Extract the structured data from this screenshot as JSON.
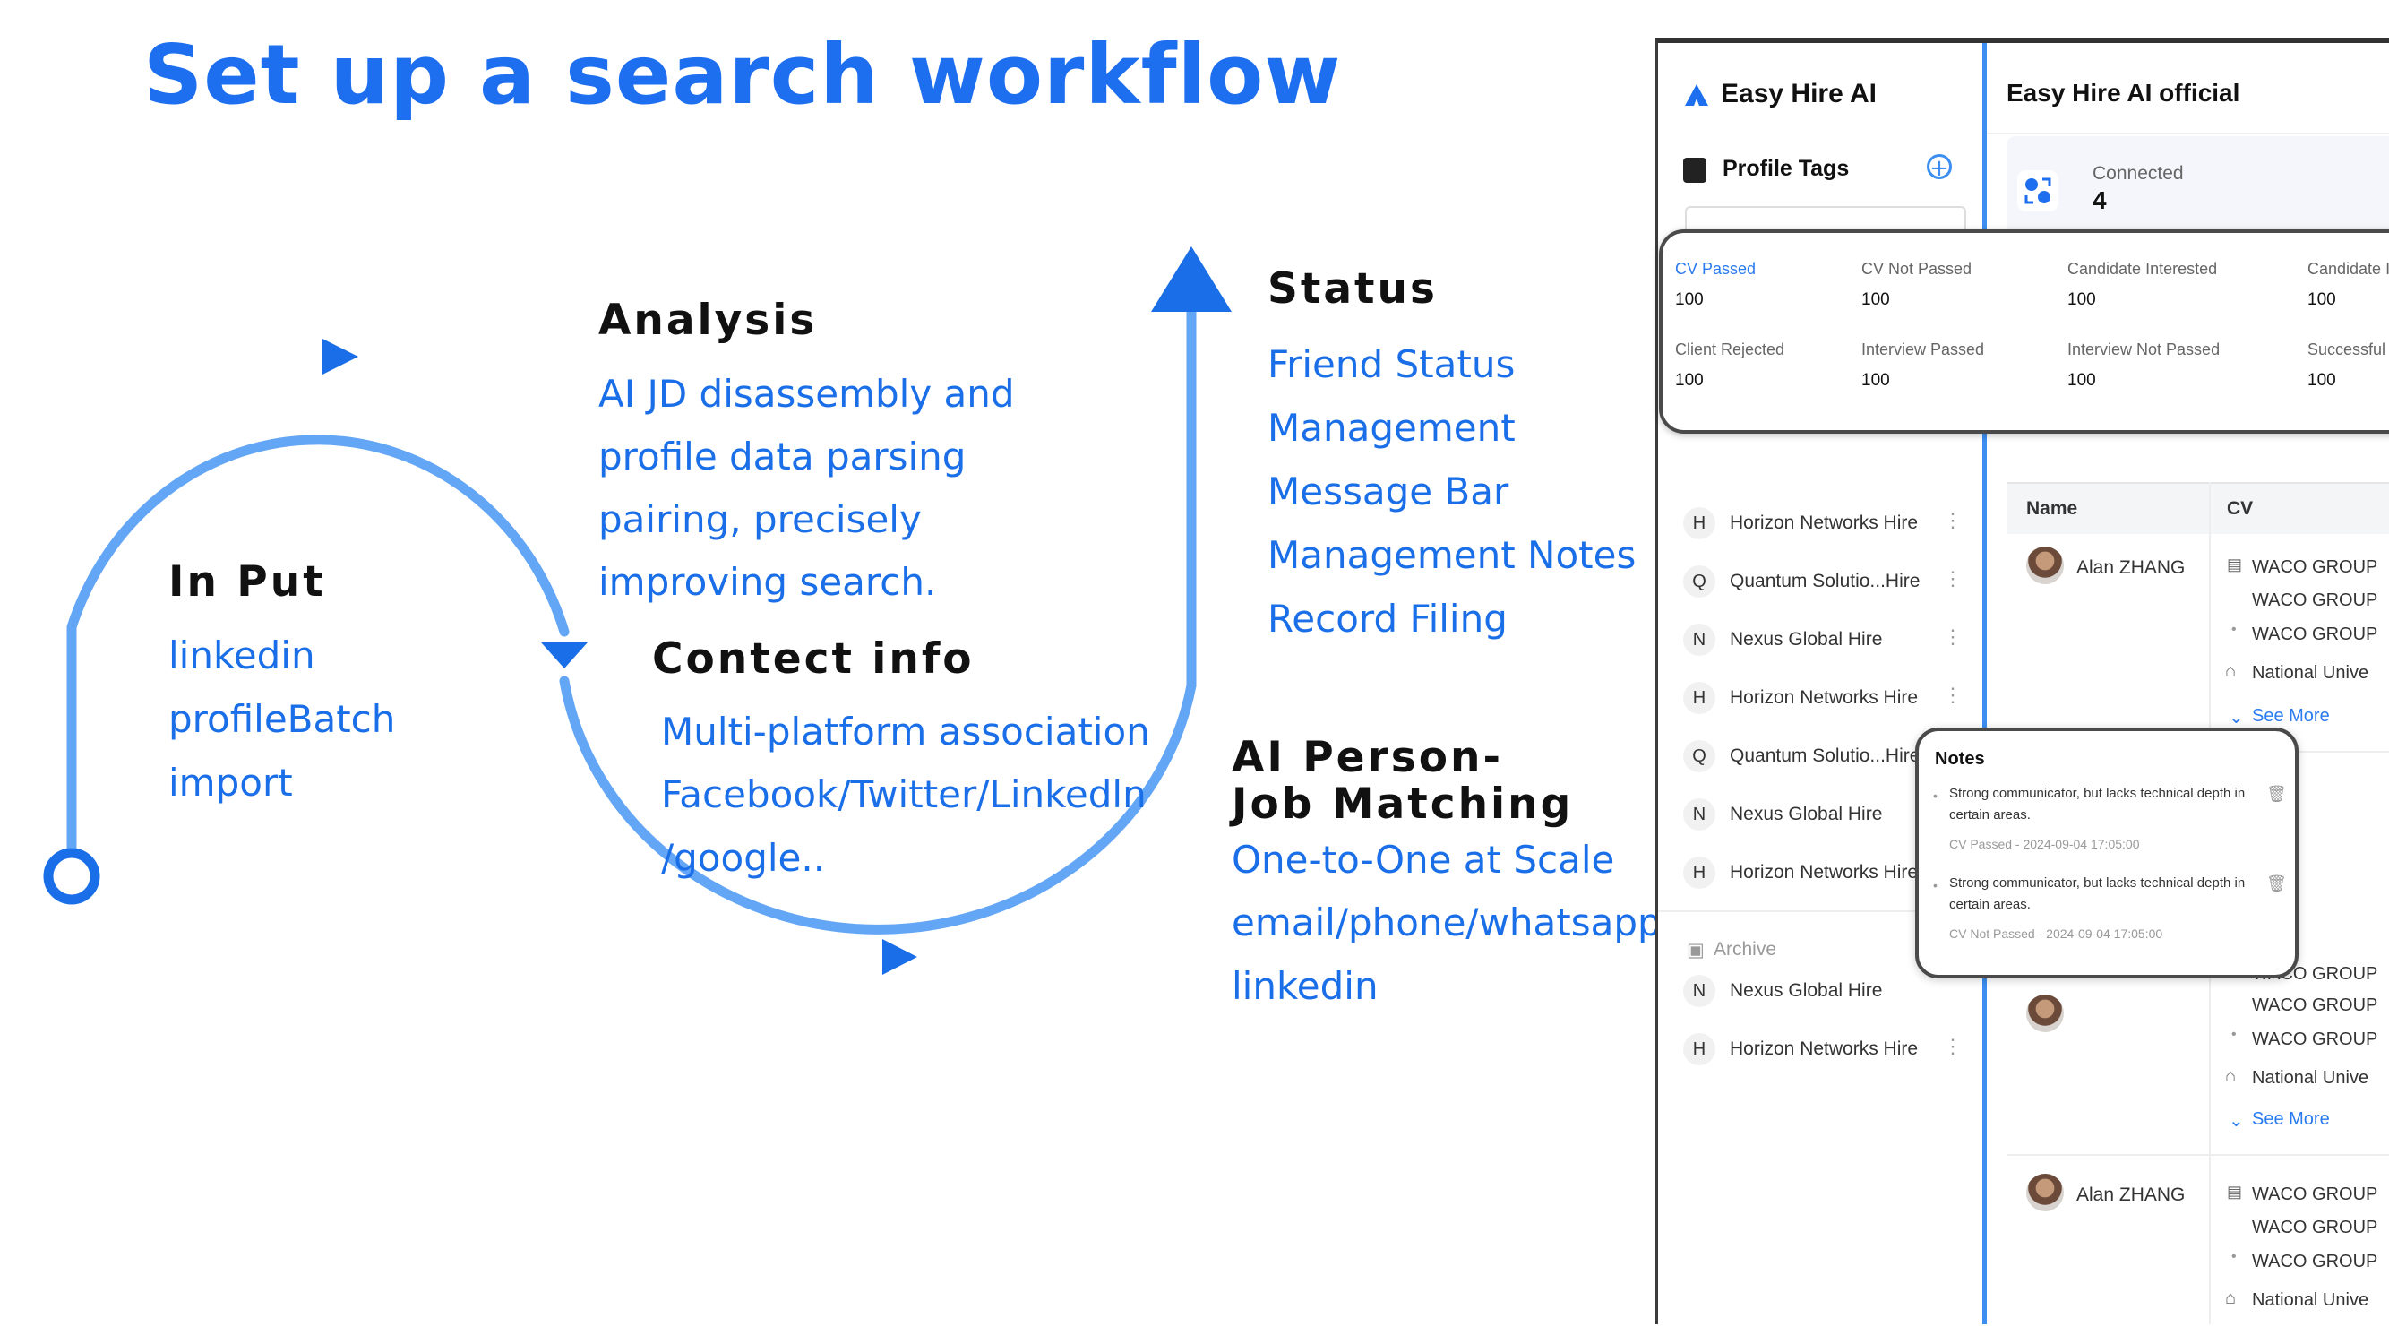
{
  "title": "Set up a search workflow",
  "input": {
    "heading": "In Put",
    "lines": [
      "linkedin",
      "profileBatch",
      "import"
    ]
  },
  "analysis": {
    "heading": "Analysis",
    "lines": [
      "AI JD disassembly and",
      "profile data parsing",
      "pairing, precisely",
      "improving search."
    ]
  },
  "contact": {
    "heading": "Contect info",
    "lines": [
      "Multi-platform association",
      "Facebook/Twitter/Linkedln",
      "/google.."
    ]
  },
  "status": {
    "heading": "Status",
    "lines": [
      "Friend Status",
      "Management",
      "Message Bar",
      "Management Notes",
      "Record Filing"
    ]
  },
  "matching": {
    "heading1": "AI Person-",
    "heading2": "Job Matching",
    "lines": [
      "One-to-One at Scale",
      "email/phone/whatsapp/",
      "linkedin"
    ]
  },
  "colors": {
    "accent": "#1e6ff0",
    "flow": "#64a6f6"
  },
  "app": {
    "brand": "Easy Hire AI",
    "profile_tags": "Profile Tags",
    "main_title": "Easy Hire AI official",
    "connected_label": "Connected",
    "connected_value": "4",
    "list": [
      {
        "initial": "H",
        "label": "Horizon Networks Hire"
      },
      {
        "initial": "Q",
        "label": "Quantum Solutio...Hire"
      },
      {
        "initial": "N",
        "label": "Nexus Global Hire"
      },
      {
        "initial": "H",
        "label": "Horizon Networks Hire"
      },
      {
        "initial": "Q",
        "label": "Quantum Solutio...Hire"
      },
      {
        "initial": "N",
        "label": "Nexus Global Hire"
      },
      {
        "initial": "H",
        "label": "Horizon Networks Hire"
      }
    ],
    "archive_label": "Archive",
    "archive_list": [
      {
        "initial": "N",
        "label": "Nexus Global Hire"
      },
      {
        "initial": "H",
        "label": "Horizon Networks Hire"
      }
    ],
    "statuses_row1": [
      {
        "label": "CV Passed",
        "value": "100"
      },
      {
        "label": "CV Not Passed",
        "value": "100"
      },
      {
        "label": "Candidate Interested",
        "value": "100"
      },
      {
        "label": "Candidate I",
        "value": "100"
      }
    ],
    "statuses_row2": [
      {
        "label": "Client Rejected",
        "value": "100"
      },
      {
        "label": "Interview Passed",
        "value": "100"
      },
      {
        "label": "Interview Not Passed",
        "value": "100"
      },
      {
        "label": "Successful",
        "value": "100"
      }
    ],
    "table": {
      "col_name": "Name",
      "col_cv": "CV"
    },
    "candidate_name": "Alan ZHANG",
    "cv_lines": [
      "WACO GROUP",
      "WACO GROUP",
      "WACO GROUP",
      "National Unive"
    ],
    "see_more": "See More",
    "notes": {
      "title": "Notes",
      "items": [
        {
          "text": "Strong communicator, but lacks technical depth in certain areas.",
          "meta": "CV Passed - 2024-09-04 17:05:00"
        },
        {
          "text": "Strong communicator, but lacks technical depth in certain areas.",
          "meta": "CV Not Passed - 2024-09-04 17:05:00"
        }
      ]
    }
  }
}
